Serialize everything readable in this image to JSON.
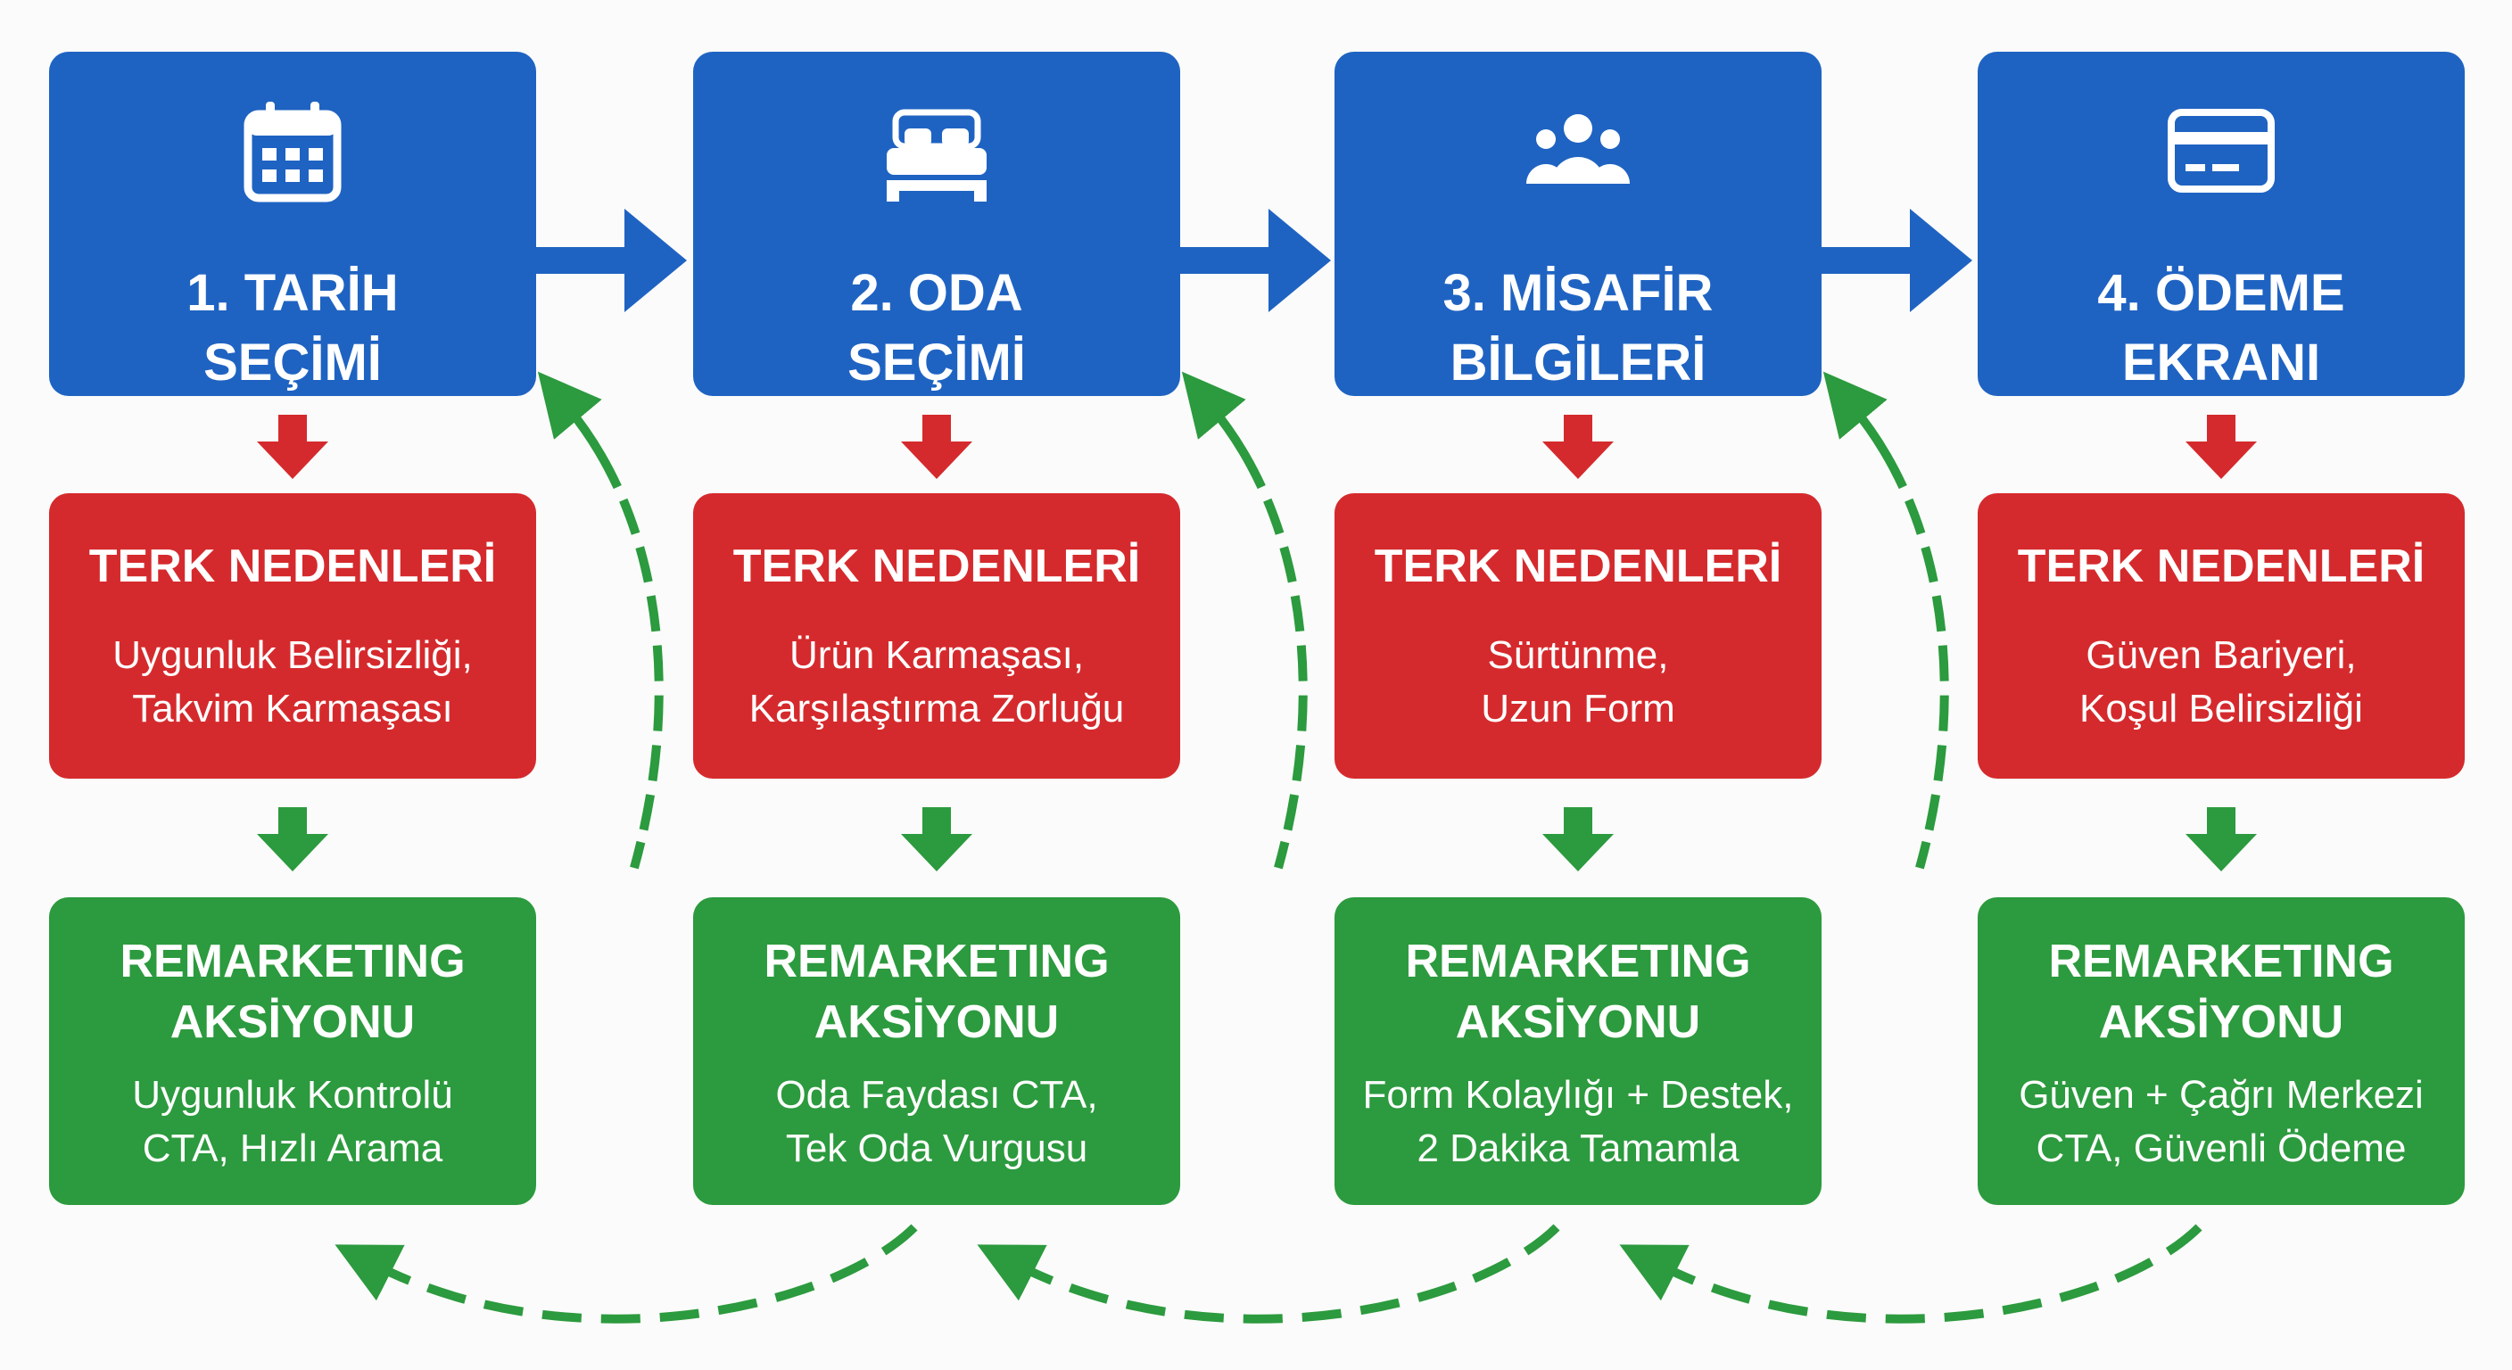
{
  "colors": {
    "step_blue": "#1f63c2",
    "reason_red": "#d52a2d",
    "action_green": "#2c9a3e",
    "flow_arrow_blue": "#1f63c2",
    "loop_arrow_green": "#2c9a3e",
    "background": "#fafbfa"
  },
  "steps": [
    {
      "icon": "calendar-icon",
      "title_lines": [
        "1. TARİH",
        "SEÇİMİ"
      ],
      "reason_heading": "TERK NEDENLERİ",
      "reason_lines": [
        "Uygunluk Belirsizliği,",
        "Takvim Karmaşası"
      ],
      "action_heading_lines": [
        "REMARKETING",
        "AKSİYONU"
      ],
      "action_lines": [
        "Uygunluk Kontrolü",
        "CTA, Hızlı Arama"
      ]
    },
    {
      "icon": "bed-icon",
      "title_lines": [
        "2. ODA",
        "SEÇİMİ"
      ],
      "reason_heading": "TERK NEDENLERİ",
      "reason_lines": [
        "Ürün Karmaşası,",
        "Karşılaştırma Zorluğu"
      ],
      "action_heading_lines": [
        "REMARKETING",
        "AKSİYONU"
      ],
      "action_lines": [
        "Oda Faydası CTA,",
        "Tek Oda Vurgusu"
      ]
    },
    {
      "icon": "guests-icon",
      "title_lines": [
        "3. MİSAFİR",
        "BİLGİLERİ"
      ],
      "reason_heading": "TERK NEDENLERİ",
      "reason_lines": [
        "Sürtünme,",
        "Uzun Form"
      ],
      "action_heading_lines": [
        "REMARKETING",
        "AKSİYONU"
      ],
      "action_lines": [
        "Form Kolaylığı + Destek,",
        "2 Dakika Tamamla"
      ]
    },
    {
      "icon": "credit-card-icon",
      "title_lines": [
        "4. ÖDEME",
        "EKRANI"
      ],
      "reason_heading": "TERK NEDENLERİ",
      "reason_lines": [
        "Güven Bariyeri,",
        "Koşul Belirsizliği"
      ],
      "action_heading_lines": [
        "REMARKETING",
        "AKSİYONU"
      ],
      "action_lines": [
        "Güven + Çağrı Merkezi",
        "CTA, Güvenli Ödeme"
      ]
    }
  ]
}
